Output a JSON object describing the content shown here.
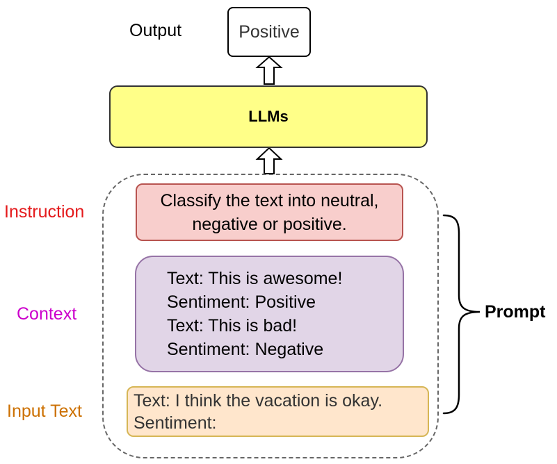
{
  "output": {
    "label": "Output",
    "value": "Positive"
  },
  "model": {
    "label": "LLMs"
  },
  "prompt": {
    "label": "Prompt",
    "instruction": {
      "label": "Instruction",
      "lines": [
        "Classify the text into neutral,",
        "negative or positive."
      ]
    },
    "context": {
      "label": "Context",
      "lines": [
        "Text: This is awesome!",
        "Sentiment: Positive",
        "Text: This is bad!",
        "Sentiment: Negative"
      ]
    },
    "input_text": {
      "label": "Input Text",
      "lines": [
        "Text: I think the vacation is okay.",
        "Sentiment:"
      ]
    }
  },
  "colors": {
    "llm_fill": "#ffff88",
    "instruction_fill": "#f8cecc",
    "instruction_stroke": "#b85450",
    "instruction_label": "#e41a1c",
    "context_fill": "#e1d5e7",
    "context_stroke": "#9673a6",
    "context_label": "#cc00cc",
    "input_fill": "#ffe6cc",
    "input_stroke": "#d6b656",
    "input_label": "#cc7000"
  }
}
